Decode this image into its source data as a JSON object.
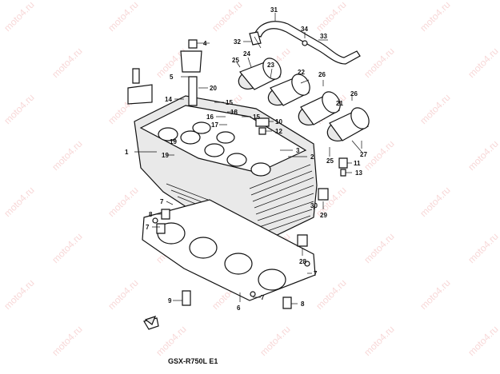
{
  "watermark": "moto4.ru",
  "model_label": "GSX-R750L E1",
  "callouts": [
    "1",
    "2",
    "3",
    "4",
    "5",
    "6",
    "7",
    "7",
    "7",
    "7",
    "8",
    "8",
    "9",
    "10",
    "11",
    "12",
    "13",
    "14",
    "15",
    "15",
    "16",
    "17",
    "18",
    "19",
    "19",
    "20",
    "21",
    "22",
    "23",
    "24",
    "25",
    "25",
    "26",
    "26",
    "27",
    "28",
    "29",
    "30",
    "31",
    "32",
    "33",
    "34"
  ]
}
